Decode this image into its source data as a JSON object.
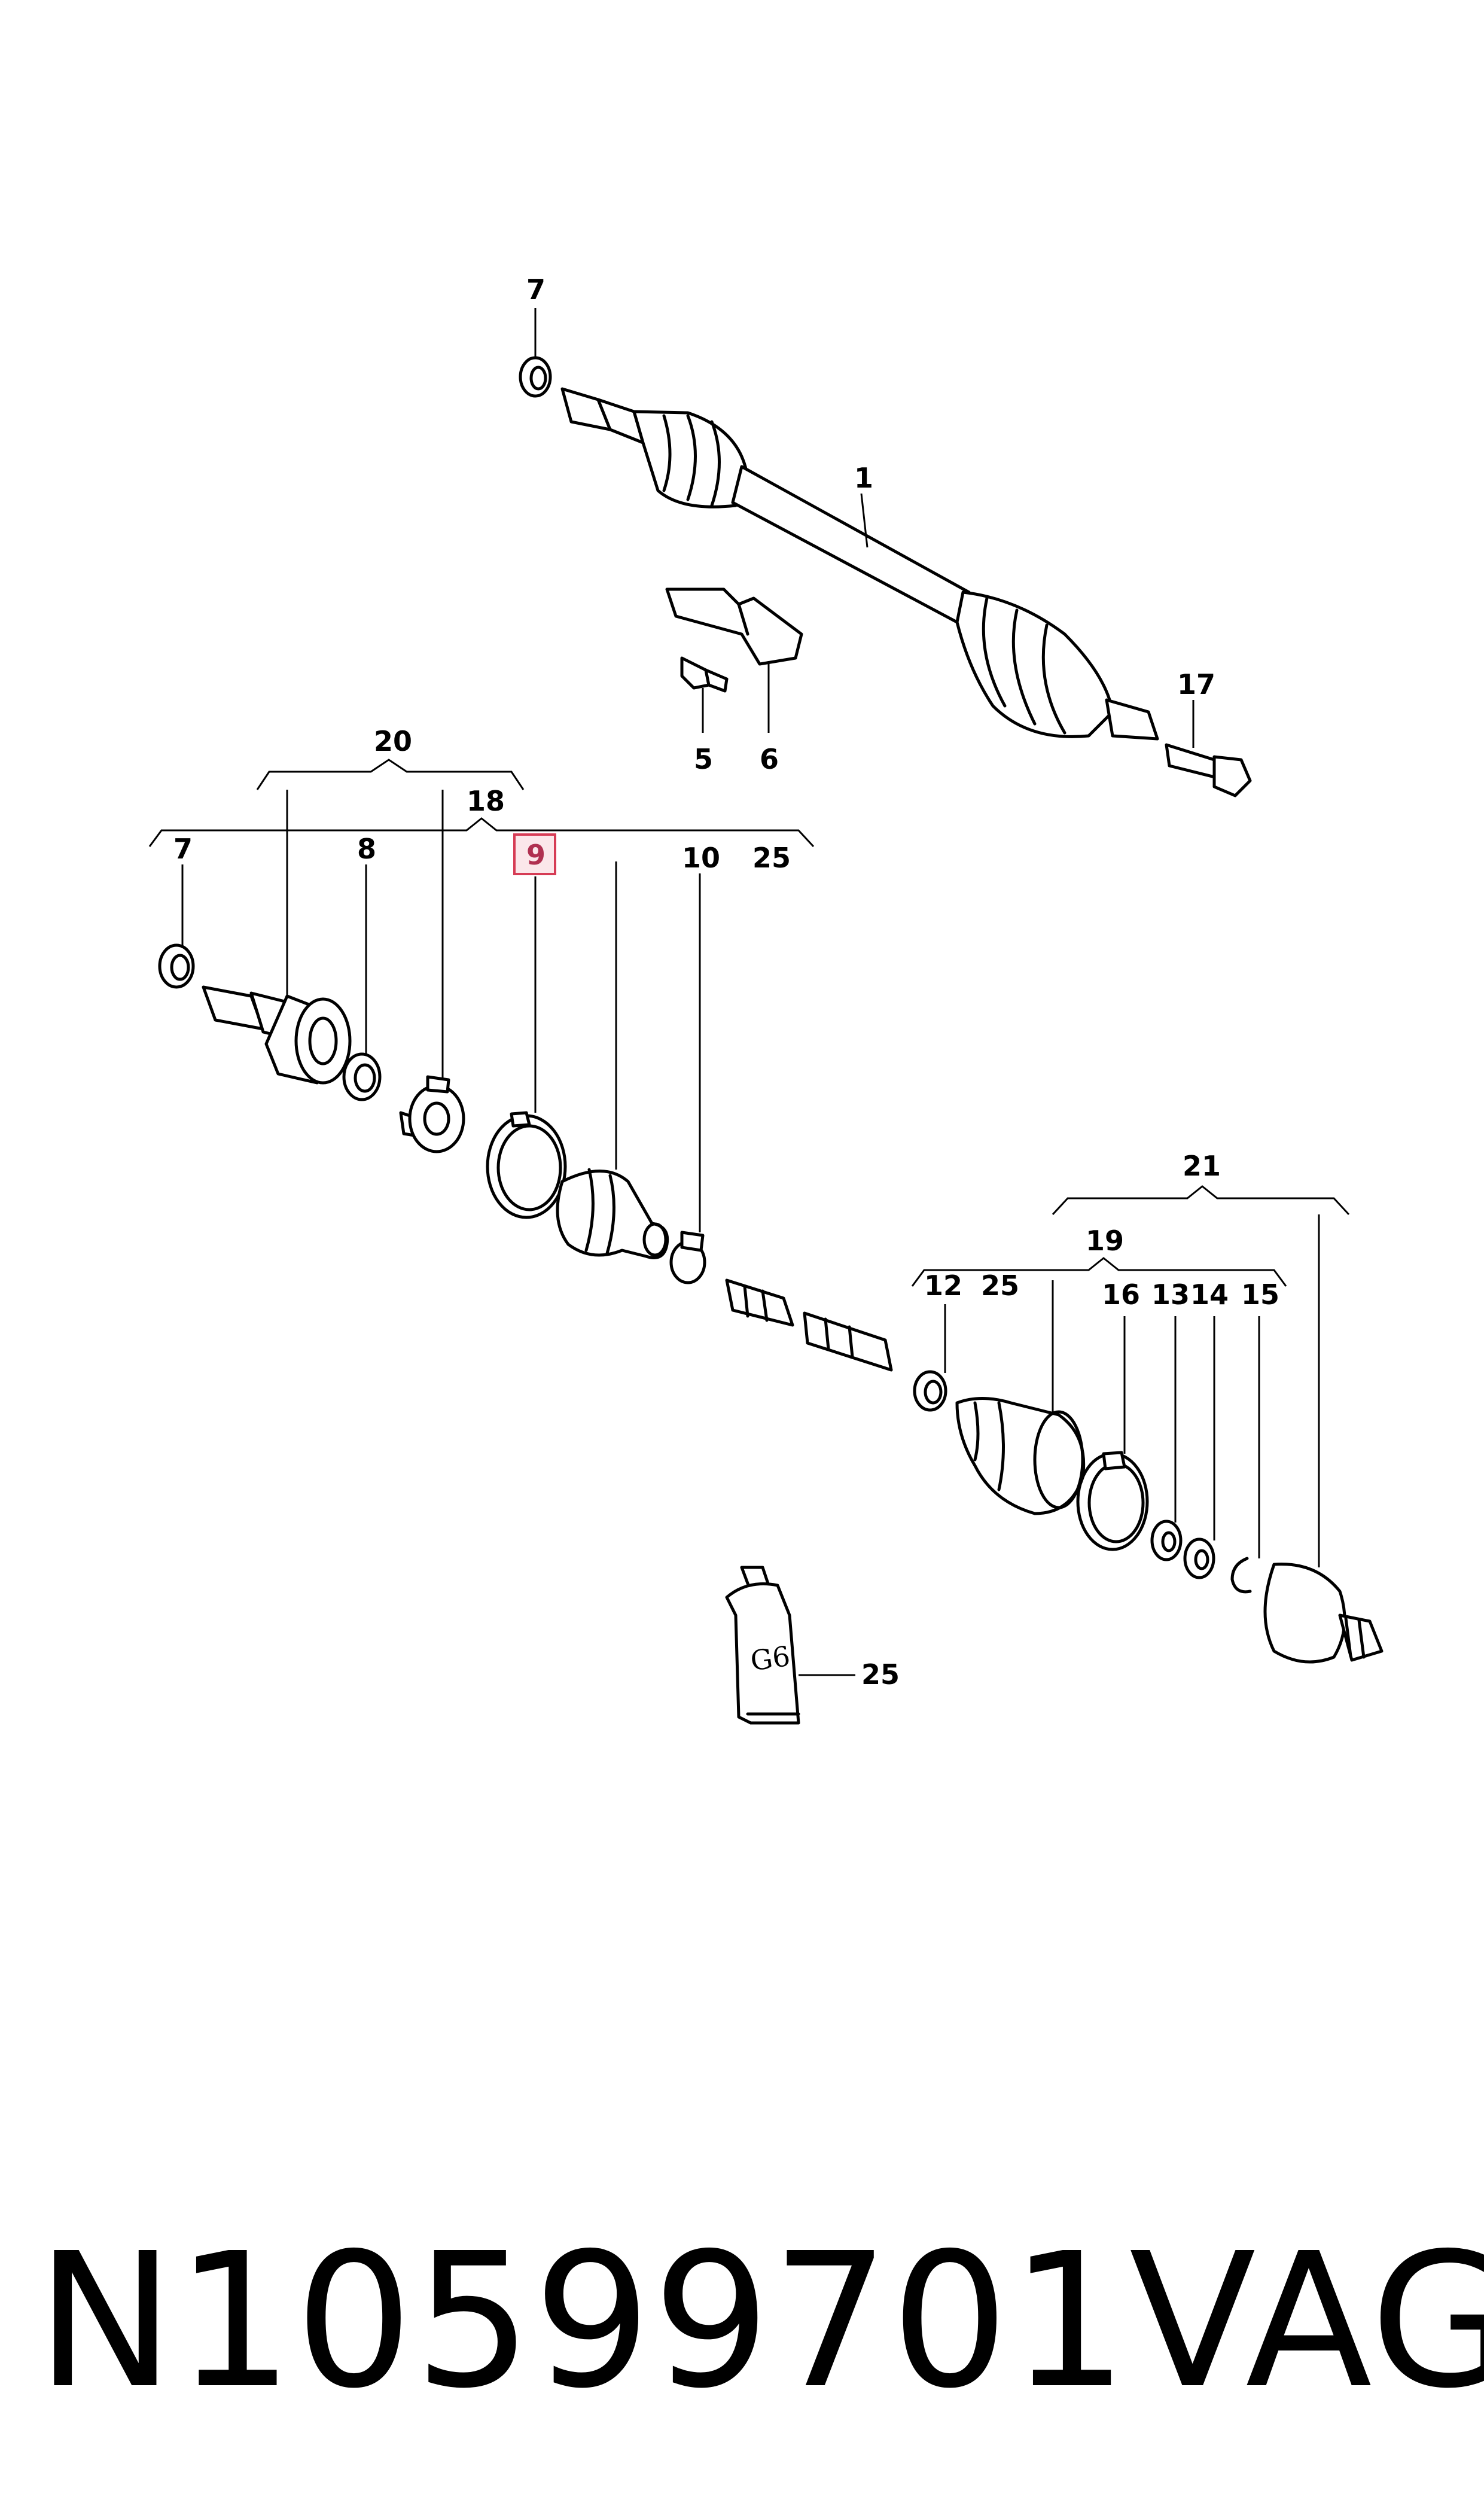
{
  "callouts": {
    "c7_top": "7",
    "c1": "1",
    "c17": "17",
    "c5": "5",
    "c6": "6",
    "c20": "20",
    "c18": "18",
    "c7": "7",
    "c8": "8",
    "c9": "9",
    "c10": "10",
    "c25_top": "25",
    "c21": "21",
    "c19": "19",
    "c12": "12",
    "c25_mid": "25",
    "c16": "16",
    "c13": "13",
    "c14": "14",
    "c15": "15",
    "c25_tube": "25"
  },
  "grease_tube": {
    "label": "G6"
  },
  "highlight_color": "#d63c55",
  "footer": {
    "part_number": "N10599701",
    "brand": "VAG"
  }
}
